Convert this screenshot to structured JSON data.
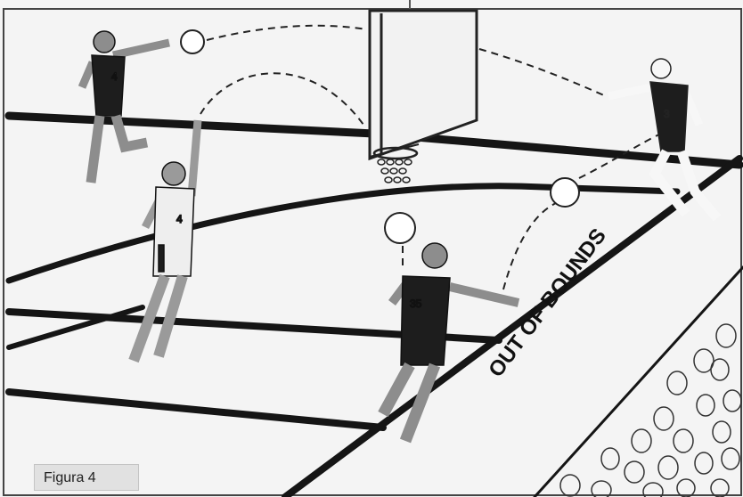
{
  "figure": {
    "caption": "Figura 4",
    "court_label": "OUT OF BOUNDS"
  },
  "players": [
    {
      "number": "4",
      "jersey": "dark"
    },
    {
      "number": "4",
      "jersey": "light"
    },
    {
      "number": "3",
      "jersey": "dark"
    },
    {
      "number": "35",
      "jersey": "dark"
    }
  ],
  "colors": {
    "court": "#f4f4f4",
    "lines": "#151515",
    "dark_jersey": "#1d1d1d",
    "skin": "#9a9a9a",
    "light_jersey": "#eeeeee"
  }
}
